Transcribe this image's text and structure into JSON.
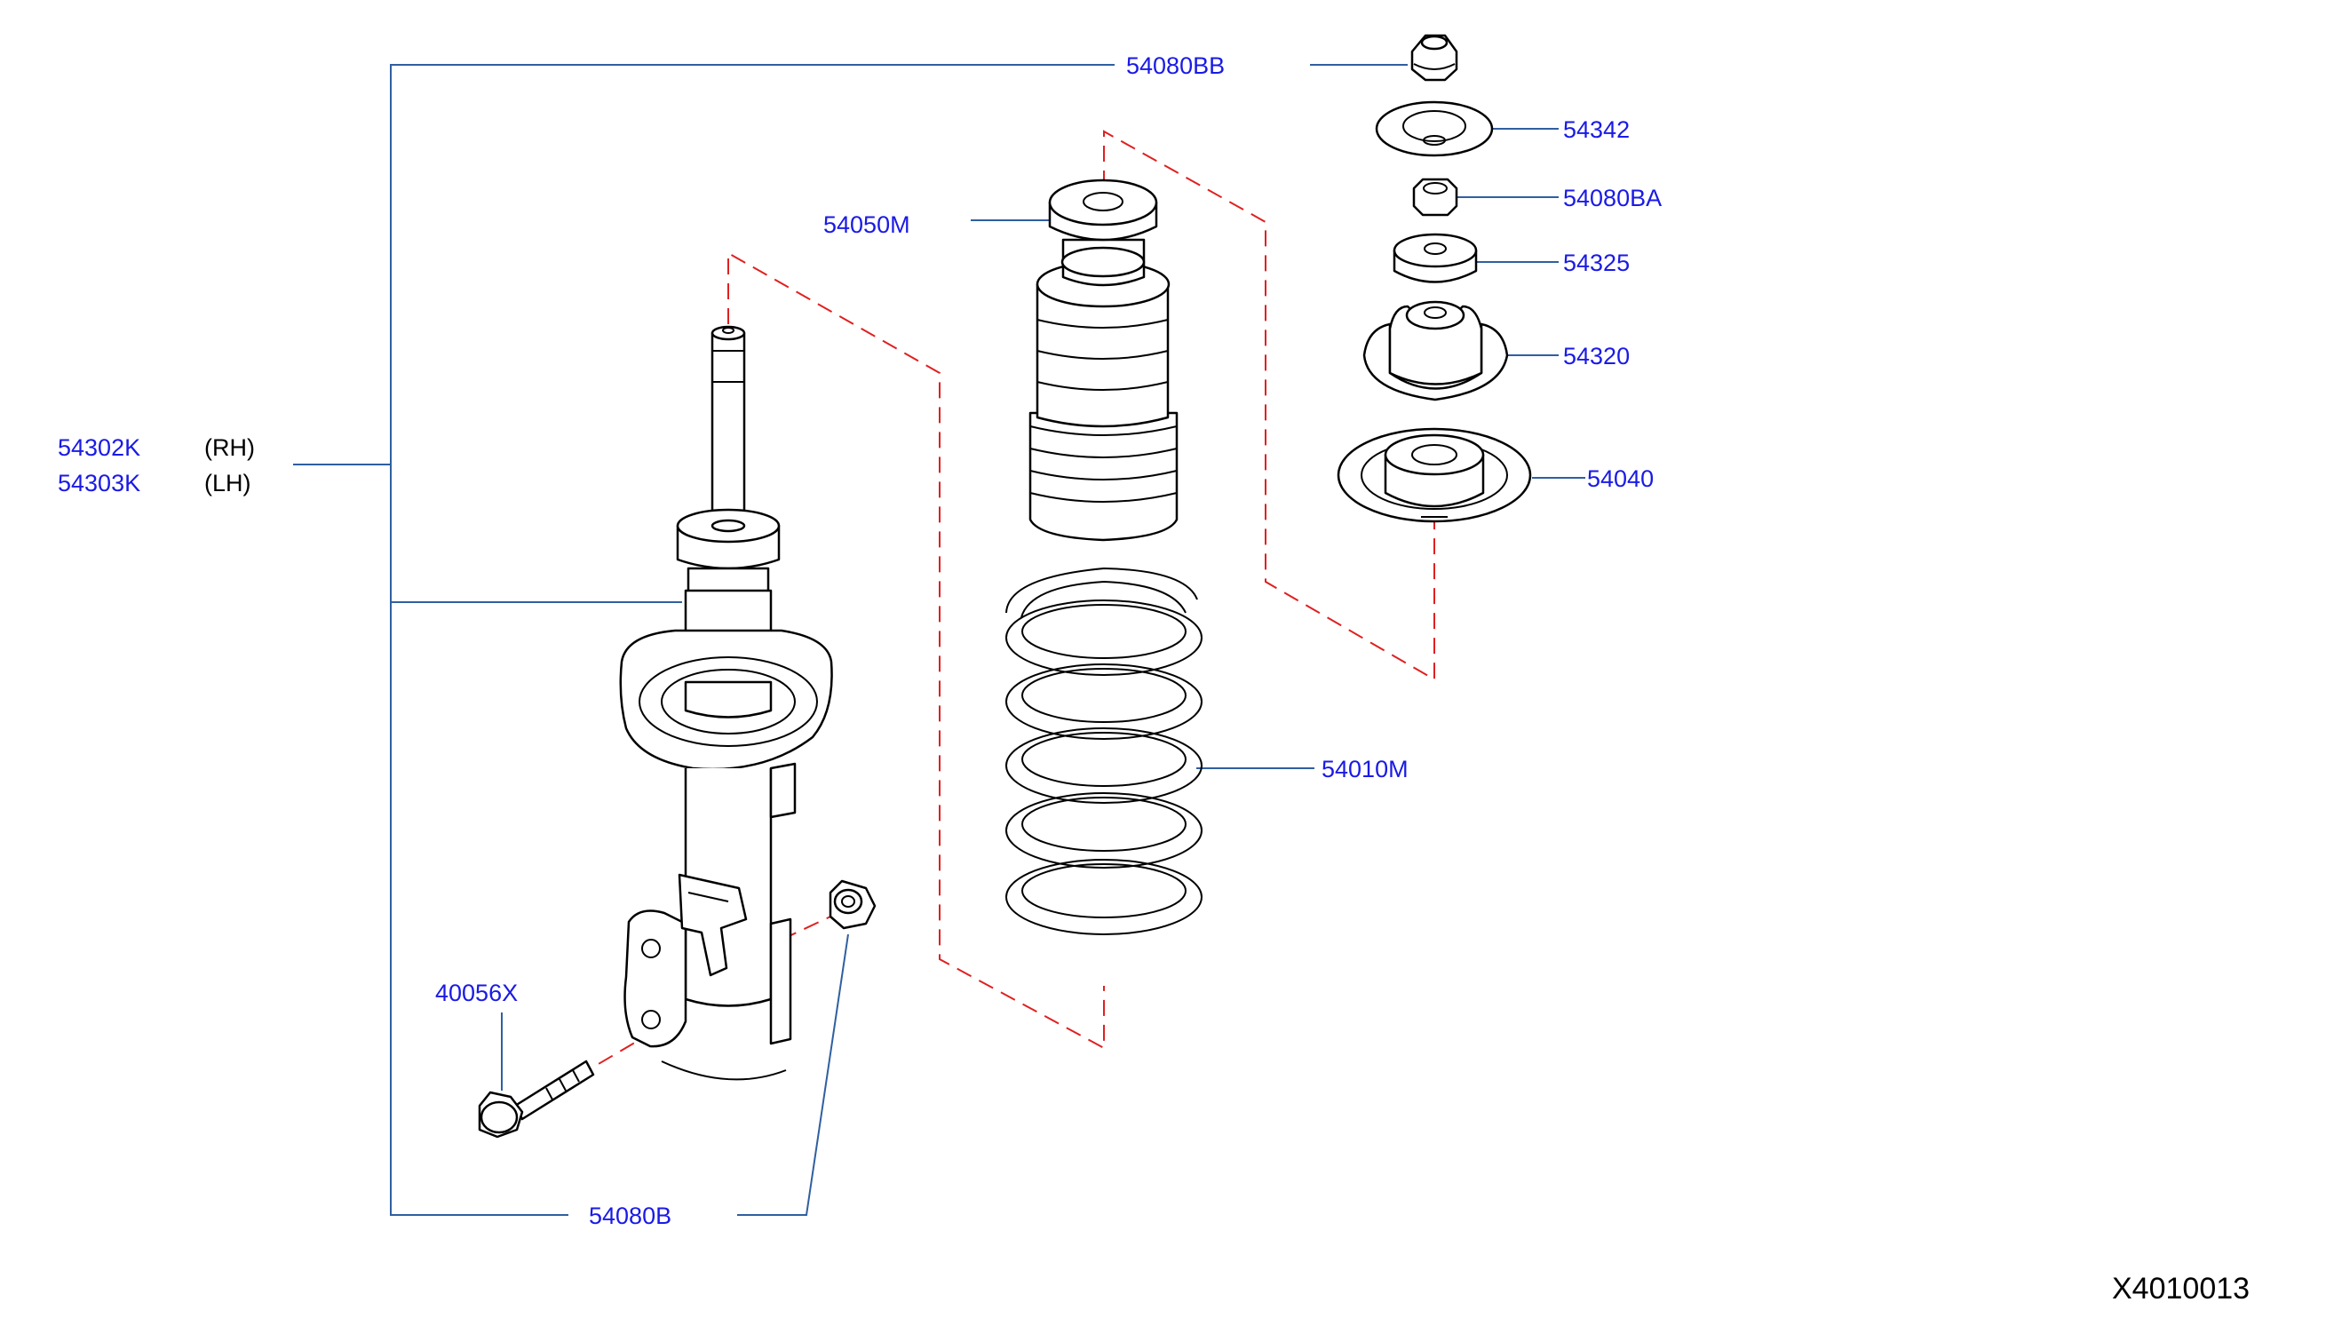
{
  "labels": {
    "bolt_nut_top": "54080BB",
    "insulator_plate": "54342",
    "nut_upper": "54080BA",
    "bump_seat": "54325",
    "mount_insulator": "54320",
    "spring_seat": "54040",
    "bumper_boot": "54050M",
    "coil_spring": "54010M",
    "strut_rh": "54302K",
    "strut_lh": "54303K",
    "strut_rh_side": "(RH)",
    "strut_lh_side": "(LH)",
    "bolt": "40056X",
    "nut_lower": "54080B"
  },
  "diagram_code": "X4010013",
  "colors": {
    "label": "#1a1ae6",
    "leader": "#2f5fa0",
    "dashed": "#e02020",
    "outline": "#000000"
  }
}
